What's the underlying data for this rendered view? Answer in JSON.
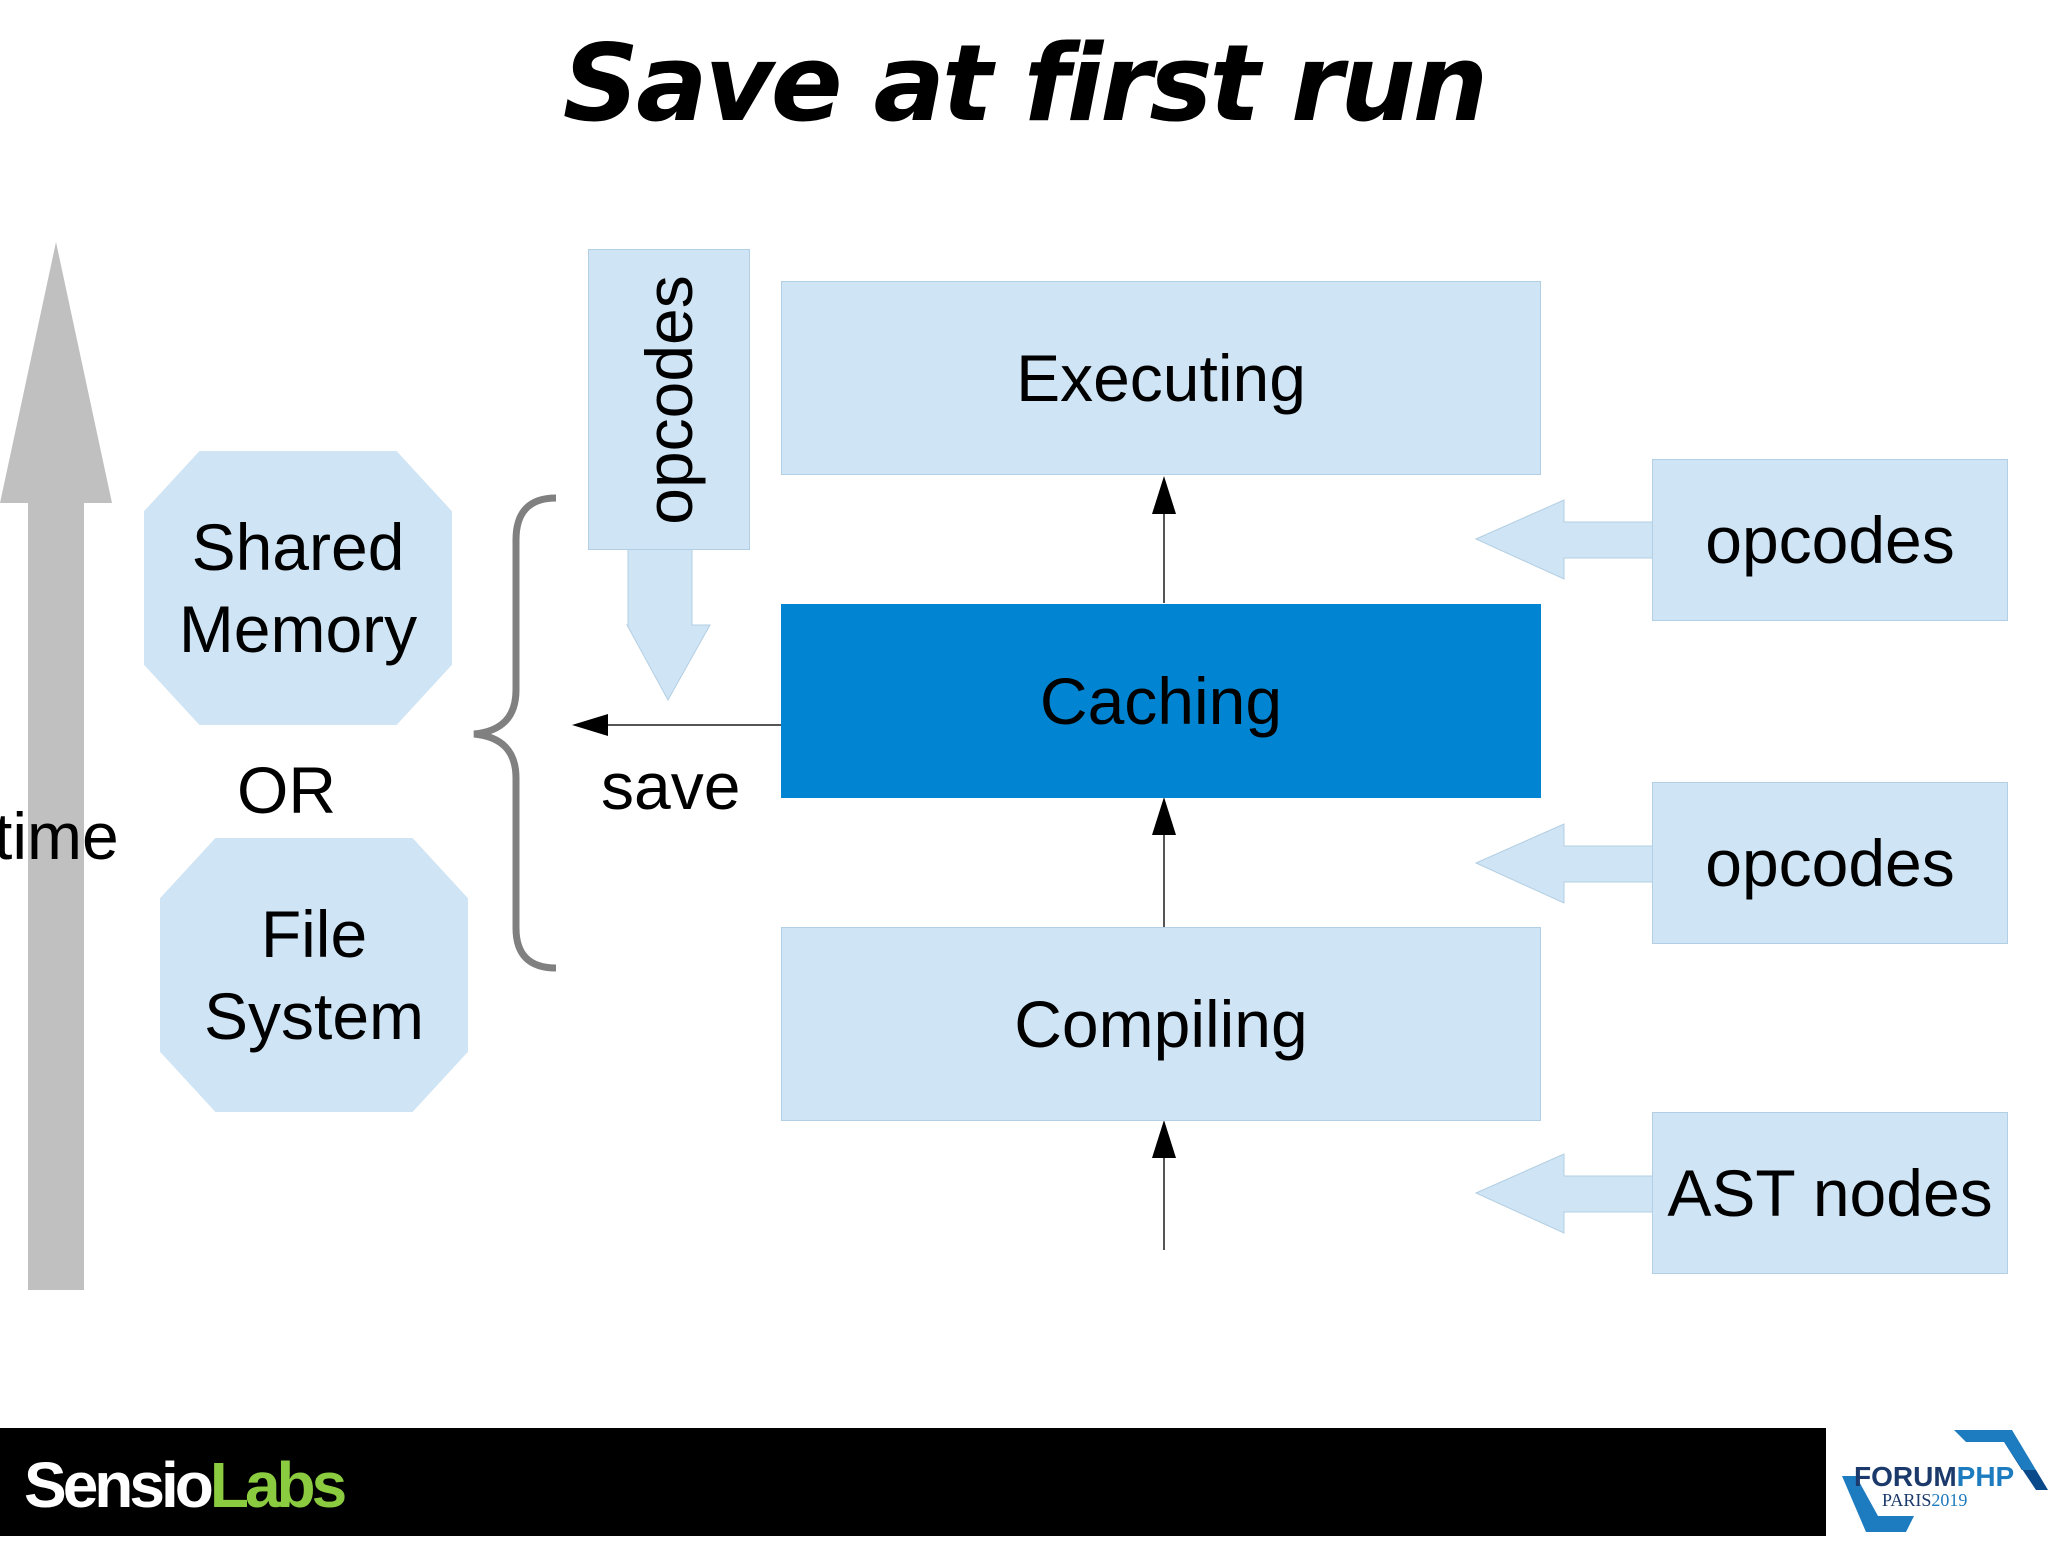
{
  "title": "Save at first run",
  "axis": {
    "label": "time"
  },
  "pipeline": {
    "executing": "Executing",
    "caching": "Caching",
    "compiling": "Compiling"
  },
  "inputs": {
    "opcodes_top": "opcodes",
    "opcodes_middle": "opcodes",
    "ast_nodes": "AST nodes"
  },
  "storage": {
    "shared_memory_line1": "Shared",
    "shared_memory_line2": "Memory",
    "or_label": "OR",
    "file_system_line1": "File",
    "file_system_line2": "System"
  },
  "save_label": "save",
  "opcodes_vertical": "opcodes",
  "footer": {
    "brand_part1": "Sensio",
    "brand_part2": "Labs",
    "event_name_part1": "FORUM",
    "event_name_part2": "PHP",
    "event_city": "PARIS",
    "event_year": "2019"
  },
  "colors": {
    "light_box": "#cfe4f4",
    "highlight_box": "#0184d1",
    "time_arrow": "#c0c0c0",
    "brace": "#808080",
    "brand_accent": "#8bcb3f"
  }
}
